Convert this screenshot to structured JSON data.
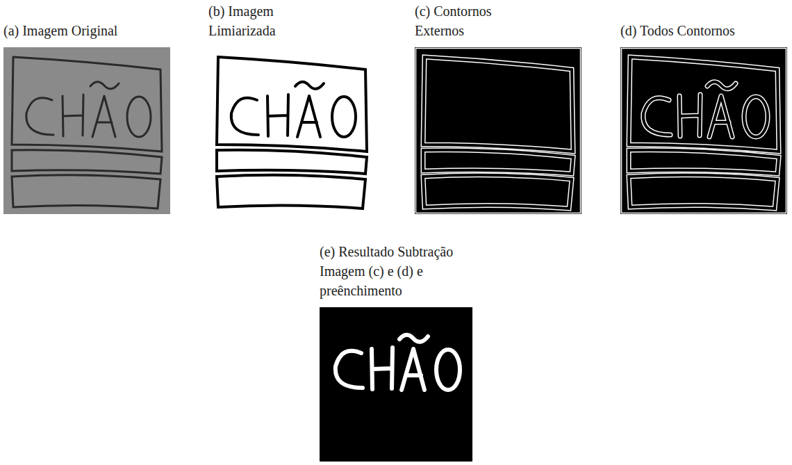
{
  "diagram": {
    "labels": [
      "(a) Imagem Original",
      "(b) Imagem Limiarizada",
      "(c) Contornos Externos",
      "(d) Todos Contornos",
      "(e) Resultado Subtração Imagem (c) e (d) e preênchimento"
    ]
  }
}
